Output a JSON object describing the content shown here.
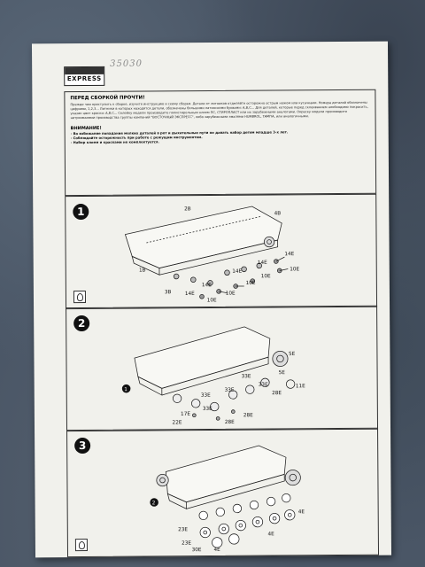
{
  "handwritten": "35030",
  "logo": {
    "brand": "EXPRESS"
  },
  "intro": {
    "title": "ПЕРЕД СБОРКОЙ ПРОЧТИ!",
    "text": "Прежде чем приступить к сборке, изучите инструкцию и схему сборки. Детали от литников отделяйте осторожно острым ножом или кусачками. Номера деталей обозначены цифрами, 1,2,3... Литники в которых находятся детали, обозначены большими латинскими буквами: А,В,С... Для деталей, которые перед склеиванием необходимо покрасить, указан цвет краски: А,В,С... Склейку модели производите полистирольным клеем ПС, СТИРОПЛАСТ или их зарубежными аналогами. Окраску модели производите нитроэмалями производства группы компаний \"ВОСТОЧНЫЙ ЭКСПРЕСС\", либо зарубежными эмалями HUMBROL, TAMIYA, или аналогичными.",
    "warning_title": "ВНИМАНИЕ!",
    "warning_lines": [
      "- Во избежание попадания мелких деталей в рот и дыхательные пути не давать набор детям младше 3-х лет.",
      "- Соблюдайте осторожность при работе с режущим инструментом.",
      "- Набор клеем и красками не комплектуется."
    ]
  },
  "steps": [
    {
      "number": "1",
      "labels": [
        "2B",
        "4B",
        "1B",
        "3B",
        "14E",
        "10E",
        "14E",
        "10E",
        "14E",
        "10E",
        "14E",
        "10E",
        "14E",
        "10E"
      ]
    },
    {
      "number": "2",
      "sub": "1",
      "labels": [
        "5E",
        "5E",
        "11E",
        "28E",
        "33E",
        "33E",
        "33E",
        "33E",
        "33E",
        "17E",
        "22E",
        "28E",
        "28E"
      ]
    },
    {
      "number": "3",
      "sub": "2",
      "labels": [
        "23E",
        "23E",
        "30E",
        "4E",
        "4E",
        "4E"
      ]
    }
  ]
}
